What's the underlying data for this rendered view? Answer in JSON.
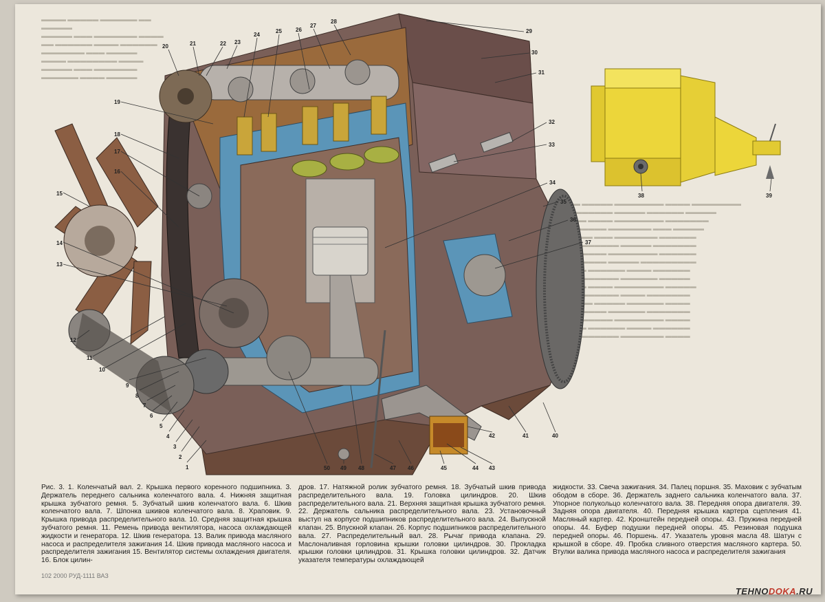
{
  "labels": [
    "1",
    "2",
    "3",
    "4",
    "5",
    "6",
    "7",
    "8",
    "9",
    "10",
    "11",
    "12",
    "13",
    "14",
    "15",
    "16",
    "17",
    "18",
    "19",
    "20",
    "21",
    "22",
    "23",
    "24",
    "25",
    "26",
    "27",
    "28",
    "29",
    "30",
    "31",
    "32",
    "33",
    "34",
    "35",
    "36",
    "37",
    "38",
    "39",
    "40",
    "41",
    "42",
    "43",
    "44",
    "45",
    "46",
    "47",
    "48",
    "49",
    "50"
  ],
  "caption": {
    "col1": "Рис. 3. 1. Коленчатый вал. 2. Крышка первого коренного подшипника. 3. Держатель переднего сальника коленчатого вала. 4. Нижняя защитная крышка зубчатого ремня. 5. Зубчатый шкив коленчатого вала. 6. Шкив коленчатого вала. 7. Шпонка шкивов коленчатого вала. 8. Храповик. 9. Крышка привода распределительного вала. 10. Средняя защитная крышка зубчатого ремня. 11. Ремень привода вентилятора, насоса охлаждающей жидкости и генератора. 12. Шкив генератора. 13. Валик привода масляного насоса и распределителя зажигания 14. Шкив привода масляного насоса и распределителя зажигания 15. Вентилятор системы охлаждения двигателя. 16. Блок цилин-",
    "col2": "дров. 17. Натяжной ролик зубчатого ремня. 18. Зубчатый шкив привода распределительного вала. 19. Головка цилиндров. 20. Шкив распределительного вала. 21. Верхняя защитная крышка зубчатого ремня. 22. Держатель сальника распределительного вала. 23. Установочный выступ на корпусе подшипников распределительного вала. 24. Выпускной клапан. 25. Впускной клапан. 26. Корпус подшипников распределительного вала. 27. Распределительный вал. 28. Рычаг привода клапана. 29. Маслоналивная горловина крышки головки цилиндров. 30. Прокладка крышки головки цилиндров. 31. Крышка головки цилиндров. 32. Датчик указателя температуры охлаждающей",
    "col3": "жидкости. 33. Свеча зажигания. 34. Палец поршня. 35. Маховик с зубчатым ободом в сборе. 36. Держатель заднего сальника коленчатого вала. 37. Упорное полукольцо коленчатого вала. 38. Передняя опора двигателя. 39. Задняя опора двигателя. 40. Передняя крышка картера сцепления 41. Масляный картер. 42. Кронштейн передней опоры. 43. Пружина передней опоры. 44. Буфер подушки передней опоры. 45. Резиновая подушка передней опоры. 46. Поршень. 47. Указатель уровня масла 48. Шатун с крышкой в сборе. 49. Пробка сливного отверстия масляного картера. 50. Втулки валика привода масляного насоса и распределителя зажигания"
  },
  "footer": "102 2000 РУД-1111 ВАЗ",
  "watermark": {
    "part1": "TEHNO",
    "part2": "DOKA",
    "part3": ".RU"
  },
  "colors": {
    "paper": "#ece7dc",
    "block": "#7a5f58",
    "cutaway": "#5b95b8",
    "head": "#9a6a3c",
    "yellow": "#ecd63a",
    "label_ink": "#222222"
  }
}
